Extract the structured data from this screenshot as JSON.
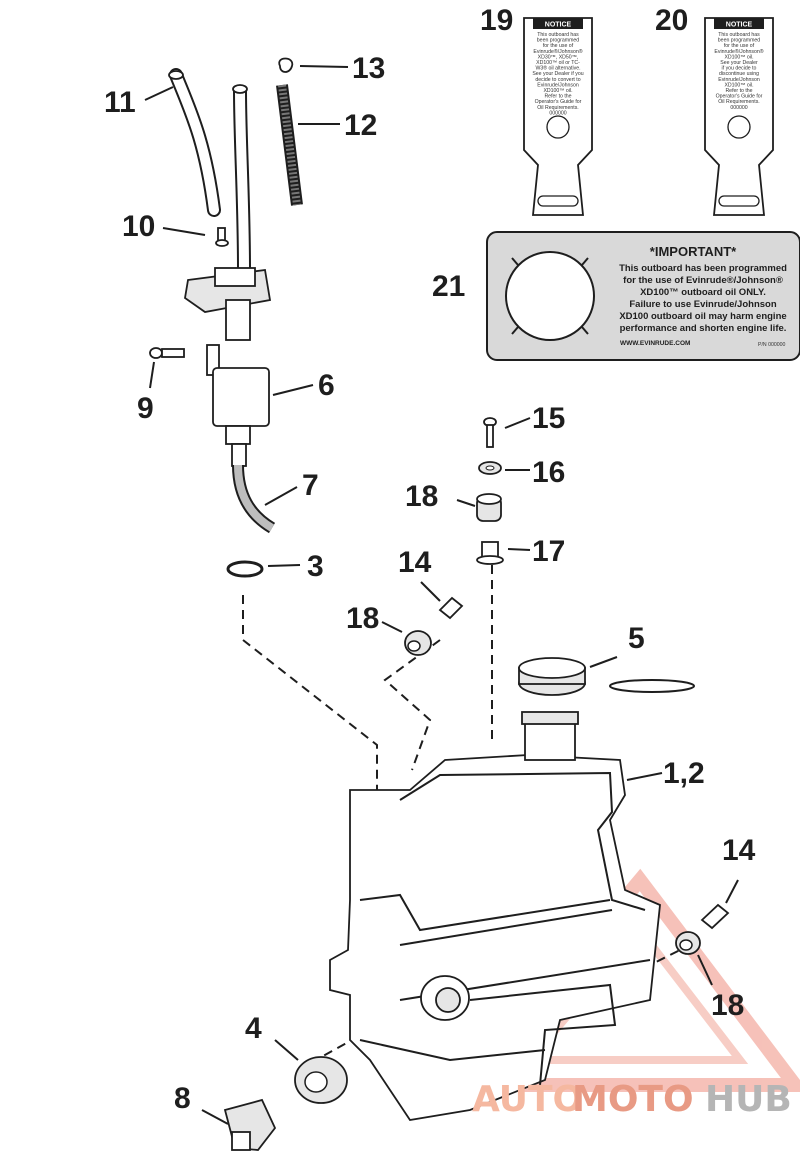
{
  "callouts": {
    "c1_2": "1,2",
    "c3": "3",
    "c4": "4",
    "c5": "5",
    "c6": "6",
    "c7": "7",
    "c8": "8",
    "c9": "9",
    "c10": "10",
    "c11": "11",
    "c12": "12",
    "c13": "13",
    "c14a": "14",
    "c14b": "14",
    "c15": "15",
    "c16": "16",
    "c17": "17",
    "c18a": "18",
    "c18b": "18",
    "c18c": "18",
    "c19": "19",
    "c20": "20",
    "c21": "21"
  },
  "tag19": {
    "header": "NOTICE",
    "lines": [
      "This outboard has",
      "been programmed",
      "for the use of",
      "Evinrude®/Johnson®",
      "XD30™, XD50™,",
      "XD100™ oil or TC-",
      "W3® oil alternative.",
      "",
      "See your Dealer if you",
      "decide to convert to",
      "Evinrude/Johnson",
      "XD100™ oil.",
      "",
      "Refer to the",
      "Operator's Guide for",
      "Oil Requirements.",
      "000000"
    ]
  },
  "tag20": {
    "header": "NOTICE",
    "lines": [
      "This outboard has",
      "been programmed",
      "for the use of",
      "Evinrude®/Johnson®",
      "XD100™ oil.",
      "",
      "See your Dealer",
      "if you decide to",
      "discontinue using",
      "Evinrude/Johnson",
      "XD100™ oil.",
      "",
      "Refer to the",
      "Operator's Guide for",
      "Oil Requirements.",
      "000000"
    ]
  },
  "decal21": {
    "title": "*IMPORTANT*",
    "lines": [
      "This outboard has been programmed",
      "for the use of Evinrude®/Johnson®",
      "XD100™ outboard oil ONLY.",
      "Failure to use Evinrude/Johnson",
      "XD100 outboard oil may harm engine",
      "performance and shorten engine life."
    ],
    "url": "WWW.EVINRUDE.COM",
    "part_no": "P/N 000000"
  },
  "watermark": {
    "part1": "AUTO",
    "part2": "MOTO",
    "part3": "HUB",
    "color1": "#f5b8a0",
    "color2": "#e89a84",
    "color3": "#b5b5b5"
  }
}
